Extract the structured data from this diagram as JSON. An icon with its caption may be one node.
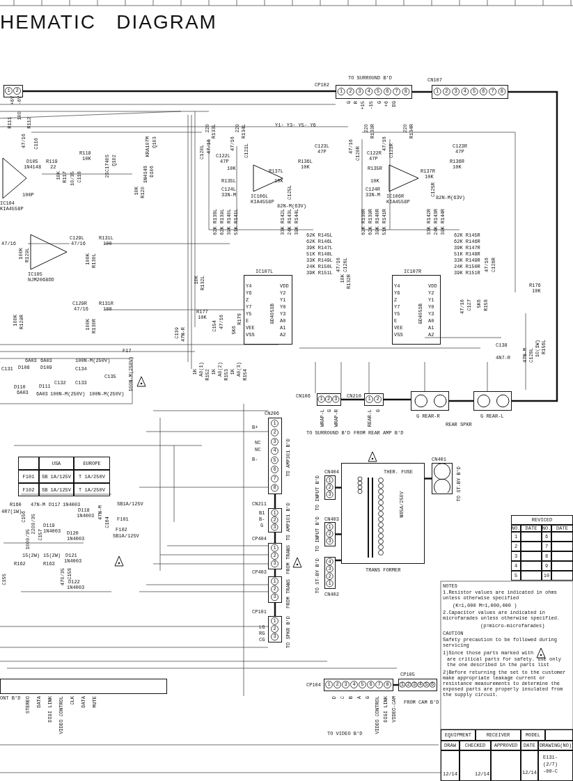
{
  "diagram": {
    "title": "HEMATIC   DIAGRAM",
    "nodes": [
      {
        "text": [
          "12345678"
        ],
        "beside": [
          "CP102",
          "TO SURROUND B'D"
        ]
      },
      {
        "text": [
          "12345678"
        ],
        "beside": [
          "CN107"
        ]
      },
      {
        "text": [
          "12"
        ]
      },
      {
        "text": [
          "IC106L",
          "KIA4558P"
        ]
      },
      {
        "text": [
          "IC106R",
          "KIA4558P"
        ]
      },
      {
        "text": [
          "IC107L",
          "GD4051B"
        ]
      },
      {
        "text": [
          "IC107R",
          "GD4051B"
        ]
      },
      {
        "text": [
          "IC104",
          "KIA4558P"
        ]
      },
      {
        "text": [
          "IC105",
          "NJM2068DD"
        ]
      },
      {
        "text": [
          "123"
        ],
        "beside": [
          "CN106",
          "WRAP-L",
          "G",
          "WRAP-R",
          "TO SURROUND B'D"
        ]
      },
      {
        "text": [
          "12"
        ],
        "beside": [
          "CN210",
          "REAR-L",
          "G",
          "FROM REAR AMP B'D"
        ]
      },
      {
        "text": [],
        "shape": "box",
        "beside": [
          "G REAR-R"
        ]
      },
      {
        "text": [],
        "shape": "box",
        "beside": [
          "G REAR-L"
        ]
      },
      {
        "text": [
          "12345678"
        ],
        "beside": [
          "CN206",
          "TO AMP301 B'D"
        ]
      },
      {
        "text": [
          "123"
        ],
        "beside": [
          "CN211",
          "TO AMP101 B'D"
        ]
      },
      {
        "text": [
          "123"
        ],
        "beside": [
          "CP404",
          "FROM TRANS"
        ]
      },
      {
        "text": [
          "123"
        ],
        "beside": [
          "CP403",
          "FROM TRANS"
        ]
      },
      {
        "text": [
          "123"
        ],
        "beside": [
          "CP101",
          "TO SPKR B'D"
        ]
      },
      {
        "text": [
          "12345678"
        ],
        "beside": [
          "CP104"
        ]
      },
      {
        "text": [
          "123456"
        ],
        "beside": [
          "CP105",
          "FROM CAM B'D"
        ]
      },
      {
        "text": [
          "THER. FUSE",
          "N85A/250V"
        ],
        "beside": [
          "TRANS FORMER"
        ]
      },
      {
        "text": [
          "123"
        ],
        "beside": [
          "CN404",
          "TO INPUT B'D"
        ]
      },
      {
        "text": [
          "123"
        ],
        "beside": [
          "CN403",
          "TO INPUT B'D"
        ]
      },
      {
        "text": [
          "4321"
        ],
        "beside": [
          "CN402",
          "TO ST-BY B'D"
        ]
      },
      {
        "text": [],
        "shape": "box",
        "beside": [
          "CN401",
          "TO ST-BY B'D"
        ]
      },
      {
        "text": [],
        "shape": "box",
        "beside": [
          "ONT B'D"
        ]
      }
    ],
    "edges": [
      {
        "from": 0,
        "to": 1,
        "arrow": "none"
      },
      {
        "from": 9,
        "to": 10,
        "arrow": "none"
      },
      {
        "from": 10,
        "to": 11,
        "arrow": "none"
      },
      {
        "from": 11,
        "to": 12,
        "arrow": "none"
      },
      {
        "from": 13,
        "to": 14,
        "arrow": "none"
      },
      {
        "from": 14,
        "to": 15,
        "arrow": "none"
      },
      {
        "from": 15,
        "to": 16,
        "arrow": "none"
      },
      {
        "from": 16,
        "to": 17,
        "arrow": "none"
      },
      {
        "from": 21,
        "to": 20,
        "arrow": "none"
      },
      {
        "from": 22,
        "to": 20,
        "arrow": "none"
      },
      {
        "from": 23,
        "to": 20,
        "arrow": "none"
      },
      {
        "from": 20,
        "to": 24,
        "arrow": "none"
      },
      {
        "from": 18,
        "to": 19,
        "arrow": "none"
      },
      {
        "from": 2,
        "to": 0,
        "arrow": "none"
      },
      {
        "from": 1,
        "to": 12,
        "arrow": "none"
      }
    ],
    "labels": [
      "+6V",
      "-6V",
      "R111",
      "100",
      "R112",
      "47/16",
      "C116",
      "D105",
      "1N4148",
      "R119",
      "22",
      "10K",
      "R117",
      "10/35",
      "C118",
      "R118",
      "10K",
      "2SC1740S",
      "Q102",
      "KRA107M",
      "Q103",
      "1N4148",
      "D106",
      "10K",
      "R120",
      "100P",
      "47/16",
      "100K",
      "R129L",
      "C129L",
      "47/16",
      "R131L",
      "100",
      "100K",
      "R130L",
      "100K",
      "R129R",
      "C129R",
      "47/16",
      "R131R",
      "100",
      "100K",
      "R130R",
      "10K",
      "R132L",
      "R177",
      "10K",
      "C154",
      "47/16",
      "5K6",
      "R178",
      "220",
      "R133L",
      "C120L",
      "47/16",
      "220",
      "R134L",
      "47/16",
      "C121L",
      "C122L",
      "47P",
      "10K",
      "R135L",
      "C124L",
      "33N-M",
      "R137L",
      "10K",
      "Y1· Y3· Y5· Y6",
      "C123L",
      "47P",
      "R136L",
      "10K",
      "C125L",
      "82N-M(63V)",
      "62K R138L",
      "62K R139L",
      "39K R140L",
      "51K R141L",
      "33K R142L",
      "24K R143L",
      "39K R144L",
      "62K R145L",
      "62K R146L",
      "39K R147L",
      "51K R148L",
      "33K R149L",
      "24K R150L",
      "39K R151L",
      "47/16",
      "C126L",
      "220",
      "R133R",
      "47/16",
      "C120R",
      "220",
      "R134R",
      "47/16",
      "C121R",
      "C122R",
      "47P",
      "R135R",
      "10K",
      "C124R",
      "33N-M",
      "R137R",
      "10K",
      "C125R",
      "82N-M(63V)",
      "C123R",
      "47P",
      "R136R",
      "10K",
      "62K R138R",
      "62K R139R",
      "39K R140R",
      "51K R141R",
      "33K R142R",
      "24K R143R",
      "39K R144R",
      "62K R145R",
      "62K R146R",
      "39K R147R",
      "51K R148R",
      "33K R149R",
      "24K R150R",
      "39K R151R",
      "47/16",
      "C126R",
      "R176",
      "10K",
      "47/16",
      "C127",
      "5K6",
      "R158",
      "G",
      "R",
      "+15",
      "-15",
      "G",
      "+6",
      "DG",
      "Y4",
      "Y6",
      "Z",
      "Y7",
      "Y5",
      "E",
      "VEE",
      "VSS",
      "VDD",
      "Y2",
      "Y1",
      "Y0",
      "Y3",
      "A0",
      "A1",
      "A2",
      "Y4",
      "Y6",
      "Z",
      "Y7",
      "Y5",
      "E",
      "VEE",
      "VSS",
      "VDD",
      "Y2",
      "Y1",
      "Y0",
      "Y3",
      "A0",
      "A1",
      "A2",
      "C139",
      "47N-R",
      "10K",
      "R132R",
      "C138",
      "4N7-R",
      "47N-M",
      "C128L",
      "10(1W)",
      "R156L",
      "REAR SPKR",
      "1K",
      "A0(1)",
      "R152",
      "1K",
      "A0(2)",
      "R153",
      "1K",
      "A0(3)",
      "R154",
      "B+",
      "NC",
      "NC",
      "B-",
      "B1",
      "B-",
      "G",
      "6A03",
      "6A03",
      "100N-M(250V)",
      "C131",
      "D108",
      "D109",
      "C132",
      "C134",
      "C133",
      "C135",
      "D110",
      "6A03",
      "D111",
      "6A03",
      "100N-M(250V)",
      "100N-M(250V)",
      "100N-M(250V)",
      "F17",
      "USA",
      "EUROPE",
      "F101",
      "SB 1A/125V",
      "T 1A/250V",
      "F102",
      "SB 1A/125V",
      "T 1A/250V",
      "R160",
      "4R7(1W)",
      "47N-M",
      "D117",
      "1N4003",
      "D118",
      "1N4003",
      "D119",
      "1N4003",
      "D120",
      "1N4003",
      "C164",
      "47N-M",
      "SB1A/125V",
      "F101",
      "F102",
      "SB1A/125V",
      "D121",
      "1N4003",
      "D122",
      "1N4003",
      "15(2W)",
      "R162",
      "15(2W)",
      "R163",
      "470/35",
      "C158",
      "C155",
      "C156",
      "2200/35",
      "C157",
      "1000/35",
      "REVICED",
      "NO.",
      "DATE",
      "NO.",
      "DATE",
      "1",
      "6",
      "2",
      "7",
      "3",
      "8",
      "4",
      "9",
      "5",
      "10",
      "NOTES",
      "1.Resistor values are indicated in ohms unless otherwise specified",
      "(K=1,000 M=1,000,000 )",
      "2.Capacitor values are indicated in microfarades unless otherwise specified.",
      "(p=micro-microfarades)",
      "CAUTION",
      "Safety precaution to be followed during servicing",
      "1)Since those parts marked with",
      "are critical parts for safety. use only the one described in the parts list",
      "2)Before returning the set to the customer make appropriate leakage current or resistance measurements to determine the exposed parts are properly insulated from the supply circuit.",
      "EQUIPMENT",
      "RECEIVER",
      "MODEL",
      "DRAW",
      "CHECKED",
      "APPROVED",
      "DATE",
      "DRAWING(NO)",
      "12/14",
      "12/14",
      "12/14",
      "E131-",
      "(2/7)",
      "-00-C",
      "LG",
      "RG",
      "CG",
      "D",
      "C",
      "B",
      "A",
      "G",
      "VIDEO CONTROL",
      "DIGI LINK",
      "VIDEO-CAM",
      "TO VIDEO B'D",
      "STEREO",
      "DATA",
      "DIGI LINK",
      "VIDEO CONTROL",
      "CLK",
      "DATA",
      "MUTE"
    ]
  }
}
